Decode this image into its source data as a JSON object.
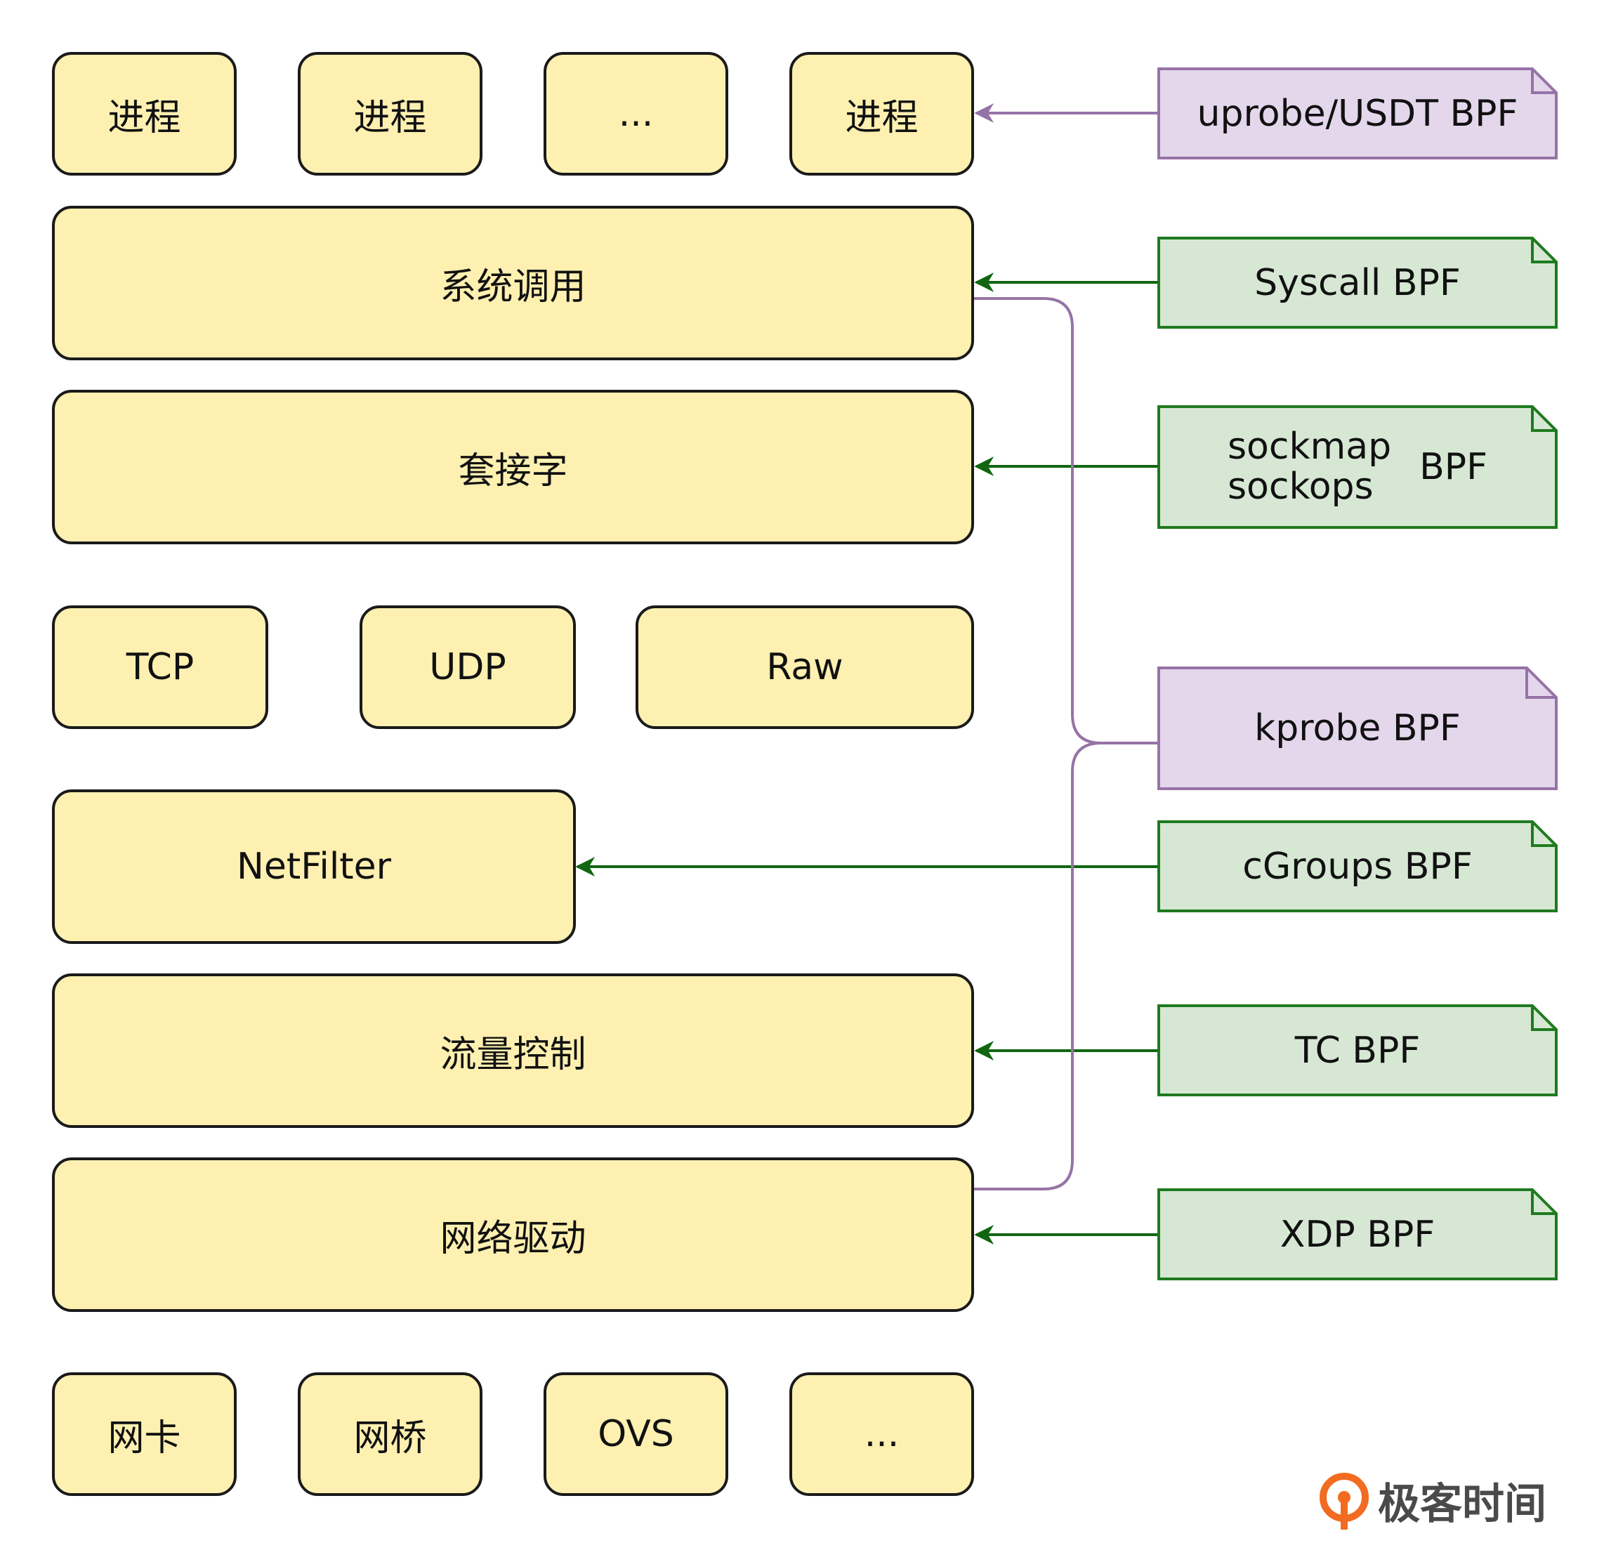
{
  "layers": {
    "process_row": [
      "进程",
      "进程",
      "...",
      "进程"
    ],
    "syscall": "系统调用",
    "socket": "套接字",
    "protocols": [
      "TCP",
      "UDP",
      "Raw"
    ],
    "netfilter": "NetFilter",
    "traffic_control": "流量控制",
    "network_driver": "网络驱动",
    "devices": [
      "网卡",
      "网桥",
      "OVS",
      "..."
    ]
  },
  "bpf_hooks": {
    "uprobe": "uprobe/USDT BPF",
    "syscall": "Syscall BPF",
    "sock_line1": "sockmap",
    "sock_line2": "sockops",
    "sock_suffix": "BPF",
    "kprobe": "kprobe BPF",
    "cgroups": "cGroups BPF",
    "tc": "TC BPF",
    "xdp": "XDP BPF"
  },
  "colors": {
    "layer_fill": "#fdf0b0",
    "purple_fill": "#e4d7ec",
    "purple_stroke": "#9673a6",
    "green_fill": "#d6e8d4",
    "green_stroke": "#1f7a1f",
    "green_arrow": "#116611"
  },
  "logo": {
    "text": "极客时间",
    "icon": "geektime-logo-icon"
  }
}
